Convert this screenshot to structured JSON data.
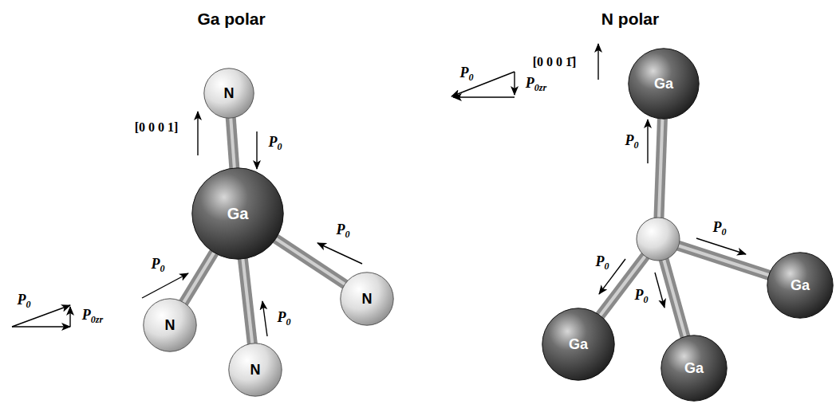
{
  "diagram": {
    "nodes": [
      {
        "text": [
          "N"
        ]
      },
      {
        "text": [
          "Ga"
        ]
      },
      {
        "text": [
          "N"
        ]
      },
      {
        "text": [
          "N"
        ]
      },
      {
        "text": [
          "N"
        ]
      },
      {
        "text": [
          "Ga"
        ]
      },
      {
        "text": [
          "Ga"
        ]
      },
      {
        "text": [
          "Ga"
        ]
      },
      {
        "text": [
          "Ga"
        ]
      }
    ],
    "edges": [
      {
        "from": 1,
        "to": 0,
        "arrow": "none"
      },
      {
        "from": 1,
        "to": 2,
        "arrow": "none"
      },
      {
        "from": 1,
        "to": 3,
        "arrow": "none"
      },
      {
        "from": 1,
        "to": 4,
        "arrow": "none"
      }
    ],
    "labels": [
      "Ga polar",
      "N polar",
      "[0 0 0 1]",
      "P0",
      "P0",
      "P0",
      "P0",
      "P0",
      "P0zr",
      "[0 0 0 1̄]",
      "P0",
      "P0zr",
      "P0",
      "P0",
      "P0",
      "P0"
    ]
  }
}
